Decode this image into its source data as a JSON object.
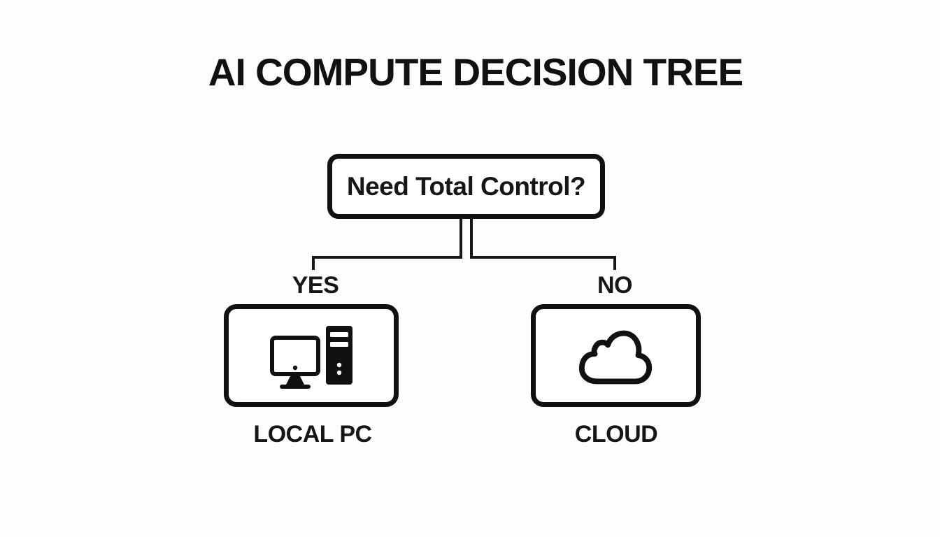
{
  "title": "AI COMPUTE DECISION TREE",
  "decision": {
    "question": "Need Total Control?"
  },
  "branches": {
    "yes": {
      "label": "YES",
      "result": "LOCAL PC",
      "icon": "desktop-pc-icon"
    },
    "no": {
      "label": "NO",
      "result": "CLOUD",
      "icon": "cloud-icon"
    }
  },
  "colors": {
    "ink": "#111111",
    "background": "#fdfdfd"
  }
}
